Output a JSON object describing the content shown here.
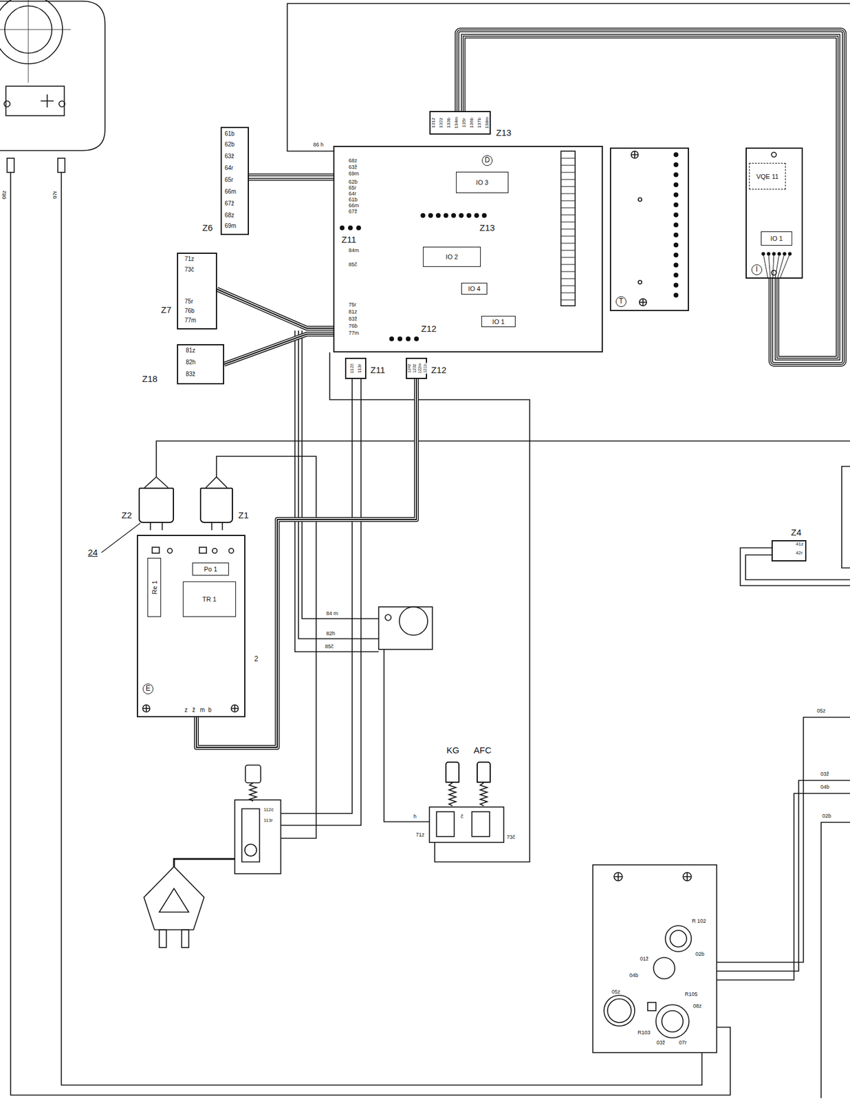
{
  "diagram": {
    "nodes": [
      {
        "text": [
          "Z13"
        ]
      },
      {
        "text": [
          "D"
        ]
      },
      {
        "text": [
          "IO 3"
        ],
        "in": 1
      },
      {
        "text": [
          "IO 2"
        ],
        "in": 1
      },
      {
        "text": [
          "IO 4"
        ],
        "in": 1
      },
      {
        "text": [
          "IO 1"
        ],
        "in": 1
      },
      {
        "text": [
          "T"
        ]
      },
      {
        "text": [
          "I"
        ]
      },
      {
        "text": [
          "VQE 11"
        ],
        "in": 7
      },
      {
        "text": [
          "IO 1"
        ],
        "in": 7
      },
      {
        "text": [
          "Z6"
        ]
      },
      {
        "text": [
          "Z7"
        ]
      },
      {
        "text": [
          "Z18"
        ]
      },
      {
        "text": [
          "Z11"
        ]
      },
      {
        "text": [
          "Z12"
        ]
      },
      {
        "text": [
          "Z2"
        ]
      },
      {
        "text": [
          "Z1"
        ]
      },
      {
        "text": [
          "E"
        ]
      },
      {
        "text": [
          "Re 1"
        ],
        "in": 17
      },
      {
        "text": [
          "Po 1"
        ],
        "in": 17
      },
      {
        "text": [
          "TR 1"
        ],
        "in": 17
      },
      {
        "text": [
          "KG"
        ]
      },
      {
        "text": [
          "AFC"
        ]
      },
      {
        "text": [
          "Z4"
        ]
      }
    ],
    "edges": [
      {
        "from": 0,
        "to": 7,
        "arrow": "none"
      },
      {
        "from": 1,
        "to": 10,
        "arrow": "none"
      },
      {
        "from": 1,
        "to": 11,
        "arrow": "none"
      },
      {
        "from": 1,
        "to": 12,
        "arrow": "none"
      },
      {
        "from": 14,
        "to": 17,
        "arrow": "none"
      }
    ],
    "labels": [
      "24",
      "86 h",
      "68z",
      "63ž",
      "69m",
      "62b",
      "65r",
      "64r",
      "61b",
      "66m",
      "67ž",
      "Z13",
      "Z11",
      "84m",
      "85č",
      "75r",
      "81z",
      "83ž",
      "76b",
      "77m",
      "Z12",
      "61b",
      "62b",
      "63ž",
      "64r",
      "65r",
      "66m",
      "67ž",
      "68z",
      "69m",
      "71z",
      "73č",
      "75r",
      "76b",
      "77m",
      "81z",
      "82h",
      "83ž",
      "131ž",
      "132ž",
      "133b",
      "134m",
      "135r",
      "136b",
      "137b",
      "138m",
      "112č",
      "113r",
      "124ž",
      "123ž",
      "122m",
      "121b",
      "z",
      "ž",
      "m",
      "b",
      "2",
      "84 m",
      "82h",
      "85č",
      "112č",
      "113r",
      "h",
      "č",
      "71z",
      "73č",
      "41z",
      "42r",
      "05z",
      "03ž",
      "04b",
      "02b",
      "R 102",
      "02b",
      "01ž",
      "04b",
      "05z",
      "R105",
      "08z",
      "R103",
      "03ž",
      "07r",
      "08z",
      "07r"
    ]
  }
}
